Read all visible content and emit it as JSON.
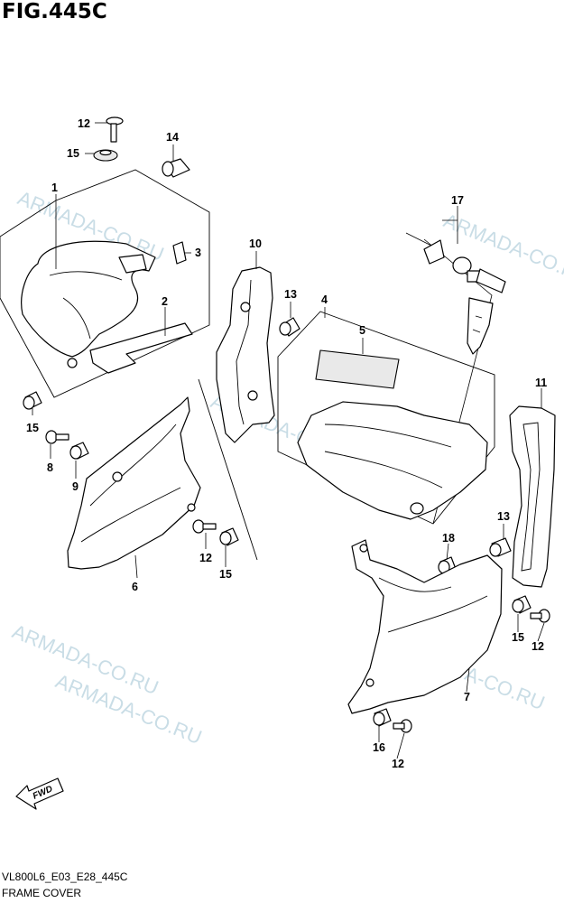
{
  "figure": {
    "title": "FIG.445C",
    "code": "VL800L6_E03_E28_445C",
    "name": "FRAME COVER"
  },
  "watermarks": [
    "ARMADA-CO.RU",
    "ARMADA-CO.RU",
    "ARMADA-CO.RU",
    "ARMADA-CO.RU",
    "ARMADA-CO.RU",
    "ARMADA-CO.RU"
  ],
  "callouts": {
    "c1": "1",
    "c2": "2",
    "c3": "3",
    "c4": "4",
    "c5": "5",
    "c6": "6",
    "c7": "7",
    "c8": "8",
    "c9": "9",
    "c10": "10",
    "c11": "11",
    "c12a": "12",
    "c12b": "12",
    "c12c": "12",
    "c12d": "12",
    "c13a": "13",
    "c13b": "13",
    "c14": "14",
    "c15a": "15",
    "c15b": "15",
    "c15c": "15",
    "c15d": "15",
    "c16": "16",
    "c17": "17",
    "c18": "18"
  },
  "fwd_label": "FWD"
}
